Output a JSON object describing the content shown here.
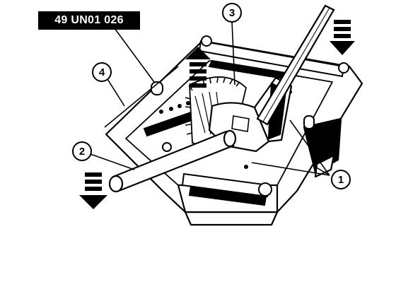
{
  "figure": {
    "part_number": "49 UN01 026",
    "callouts": [
      {
        "id": "callout-1",
        "number": "1"
      },
      {
        "id": "callout-2",
        "number": "2"
      },
      {
        "id": "callout-3",
        "number": "3"
      },
      {
        "id": "callout-4",
        "number": "4"
      }
    ],
    "ink_color": "#000000",
    "paper_color": "#ffffff"
  }
}
